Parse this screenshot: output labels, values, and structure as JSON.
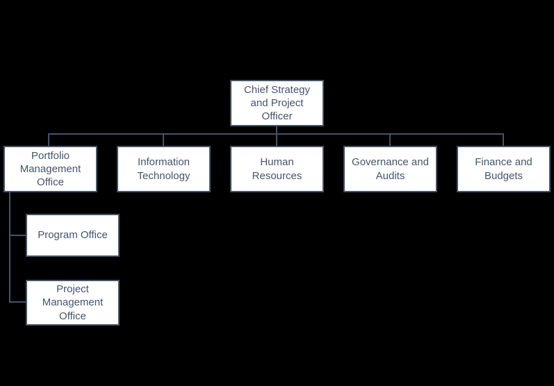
{
  "diagram": {
    "type": "org-chart",
    "root": {
      "label": "Chief Strategy and Project Officer"
    },
    "level2": [
      {
        "label": "Portfolio Management Office"
      },
      {
        "label": "Information Technology"
      },
      {
        "label": "Human Resources"
      },
      {
        "label": "Governance and Audits"
      },
      {
        "label": "Finance and Budgets"
      }
    ],
    "portfolio_children": [
      {
        "label": "Program Office"
      },
      {
        "label": "Project Management Office"
      }
    ],
    "colors": {
      "background": "#000000",
      "box_fill": "#ffffff",
      "box_border": "#44546a",
      "text": "#44546a",
      "connector": "#44546a"
    }
  }
}
